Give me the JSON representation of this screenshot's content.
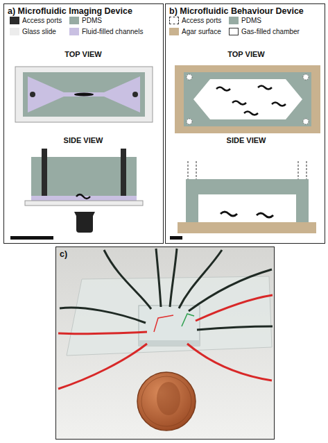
{
  "diagram": {
    "nodes": [
      {
        "text": [
          "a) Microfluidic Imaging Device"
        ]
      },
      {
        "text": [
          "b) Microfluidic Behaviour Device"
        ]
      },
      {
        "text": [
          "c)"
        ]
      }
    ],
    "labels": [
      "TOP VIEW",
      "SIDE VIEW",
      "TOP VIEW",
      "SIDE VIEW"
    ],
    "legend": [
      {
        "text": "Access ports",
        "color": "#2b2b2b"
      },
      {
        "text": "PDMS",
        "color": "#97aba3"
      },
      {
        "text": "Glass slide",
        "color": "#ececec"
      },
      {
        "text": "Fluid-filled channels",
        "color": "#c9c0e2"
      },
      {
        "text": "Access ports"
      },
      {
        "text": "PDMS",
        "color": "#97aba3"
      },
      {
        "text": "Agar surface",
        "color": "#c9b28f"
      },
      {
        "text": "Gas-filled chamber",
        "color": "#ffffff"
      }
    ]
  }
}
